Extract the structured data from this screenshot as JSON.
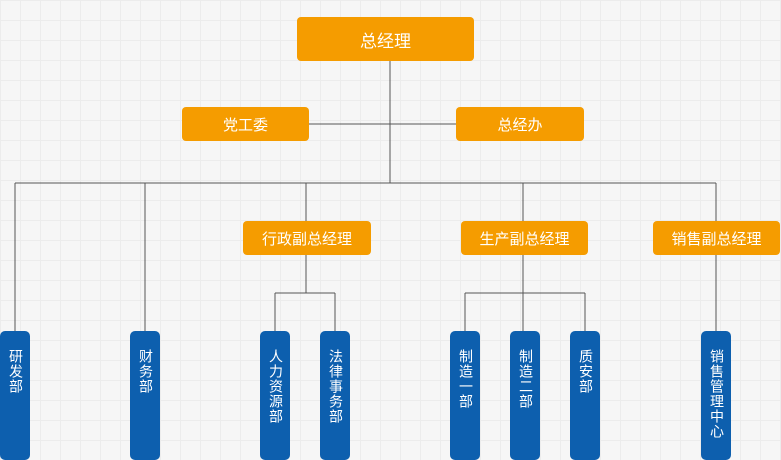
{
  "org": {
    "ceo": "总经理",
    "party_committee": "党工委",
    "general_office": "总经办",
    "vps": {
      "admin": "行政副总经理",
      "production": "生产副总经理",
      "sales": "销售副总经理"
    },
    "departments": {
      "rnd": "研发部",
      "finance": "财务部",
      "hr": "人力资源部",
      "legal": "法律事务部",
      "mfg1": "制造一部",
      "mfg2": "制造二部",
      "qa": "质安部",
      "sales_center": "销售管理中心"
    }
  },
  "colors": {
    "management": "#f59c00",
    "department": "#0d5fae",
    "connector": "#555555"
  }
}
